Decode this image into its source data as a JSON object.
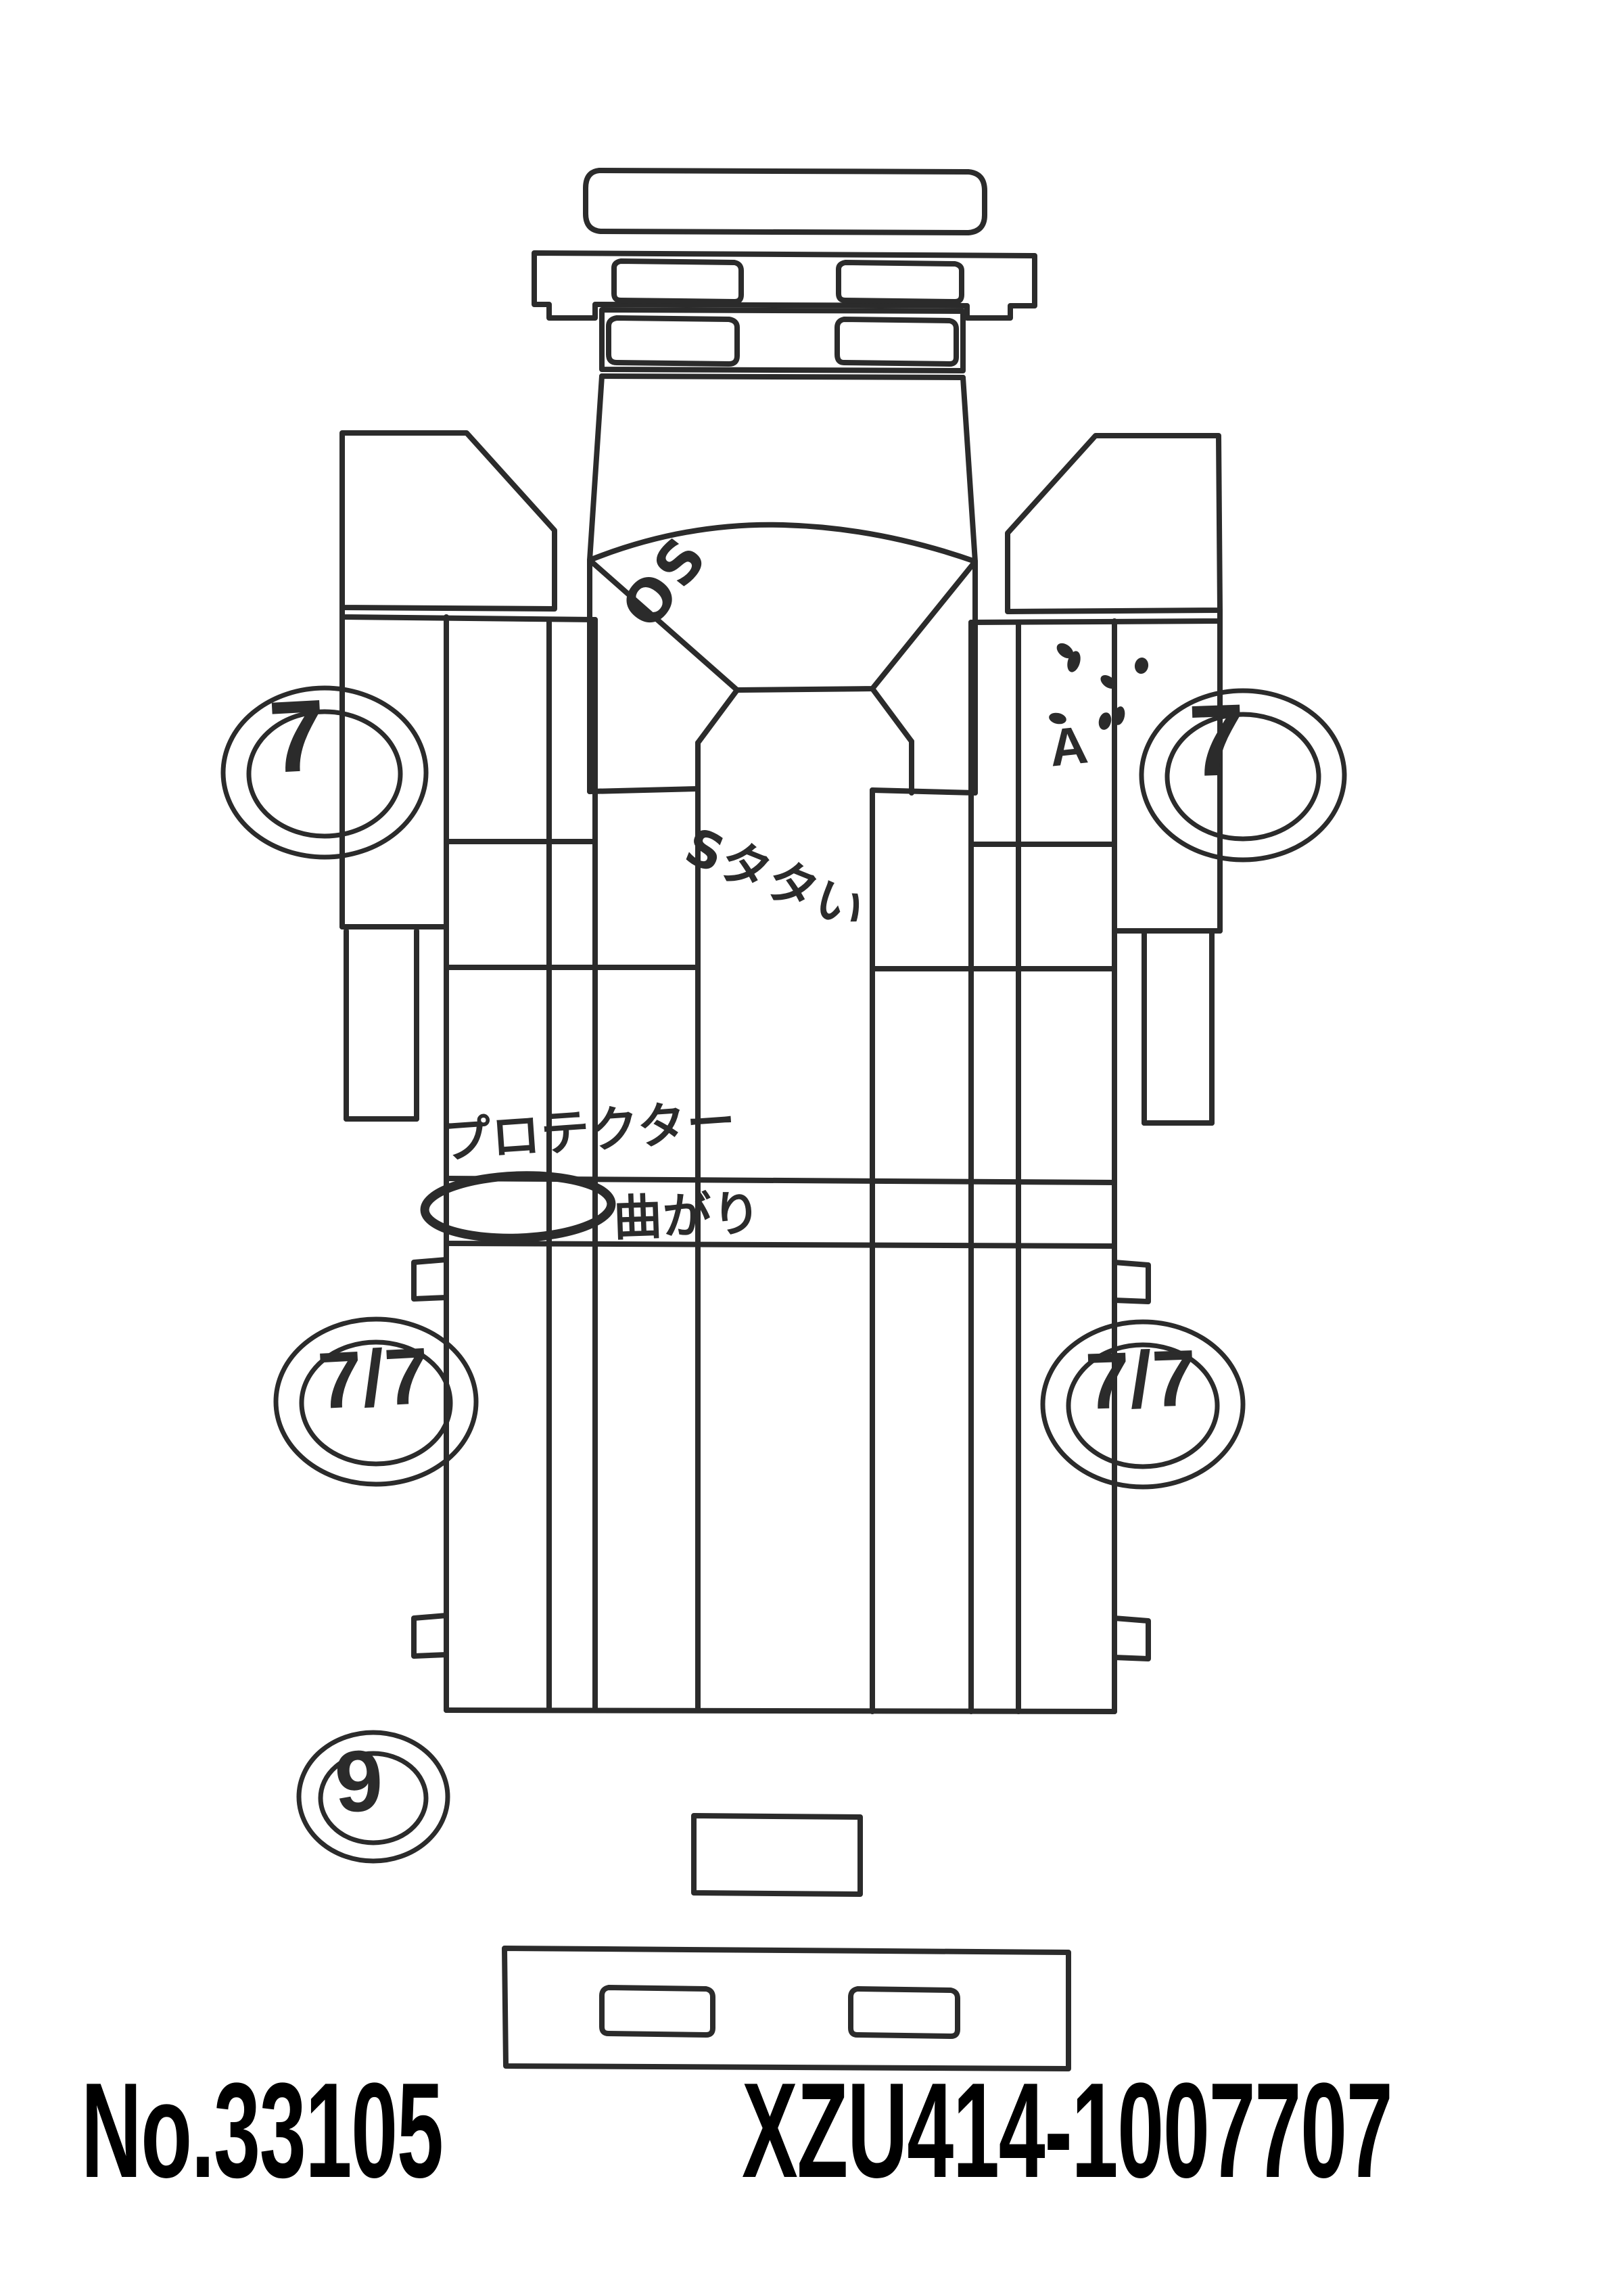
{
  "document": {
    "type": "vehicle-damage-inspection-sheet",
    "orientation": "portrait",
    "background_color": "#ffffff",
    "ink_color": "#2b2b2b"
  },
  "caption": {
    "record_number": "No.33105",
    "vehicle_chassis_number": "XZU414-1007707"
  },
  "diagram": {
    "title": "truck-top-view-outline",
    "view": "plan-view",
    "line_color": "#2b2b2b"
  },
  "annotations": {
    "os_mark": "OS",
    "a_mark": "A",
    "scatter_mark": "scratch-dots",
    "s_data_note": "Sタタい",
    "protector_note": "プロテクター",
    "bent_note": "曲がり",
    "oval_circle": "circled-area-marker"
  },
  "circled_numbers": [
    {
      "id": "front-left",
      "value": "7"
    },
    {
      "id": "front-right",
      "value": "7"
    },
    {
      "id": "rear-left",
      "value": "7/7"
    },
    {
      "id": "rear-right",
      "value": "7/7"
    },
    {
      "id": "bottom-left",
      "value": "9"
    }
  ]
}
